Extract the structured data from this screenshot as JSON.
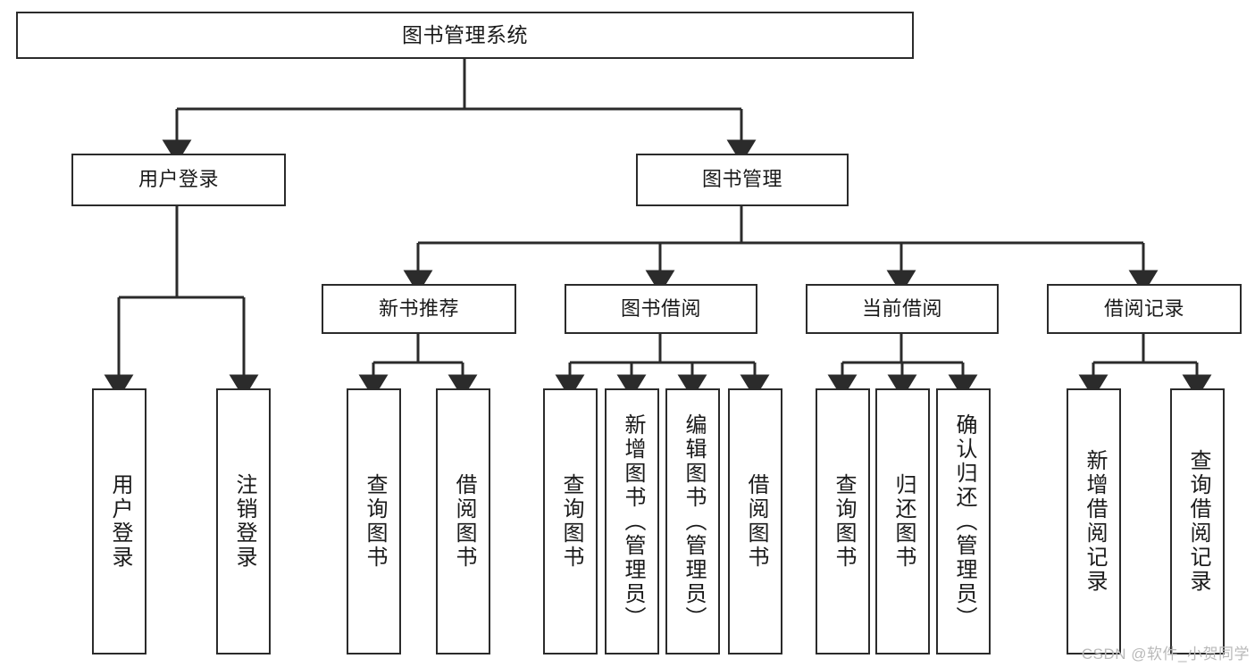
{
  "diagram": {
    "title": "图书管理系统",
    "type": "tree-hierarchy",
    "watermark": "CSDN @软件_小贺同学",
    "colors": {
      "stroke": "#2b2b2b",
      "fill": "#ffffff",
      "text": "#1a1a1a",
      "watermark": "#b9b9b9"
    },
    "levels": {
      "root": {
        "label": "图书管理系统"
      },
      "level2": [
        {
          "id": "user-login",
          "label": "用户登录"
        },
        {
          "id": "book-manage",
          "label": "图书管理"
        }
      ],
      "level3": [
        {
          "id": "new-book-rec",
          "label": "新书推荐"
        },
        {
          "id": "book-borrow",
          "label": "图书借阅"
        },
        {
          "id": "current-borrow",
          "label": "当前借阅"
        },
        {
          "id": "borrow-record",
          "label": "借阅记录"
        }
      ],
      "leaves": {
        "user-login": [
          {
            "id": "leaf-user-login",
            "label": "用户登录"
          },
          {
            "id": "leaf-logout",
            "label": "注销登录"
          }
        ],
        "new-book-rec": [
          {
            "id": "leaf-query-book-1",
            "label": "查询图书"
          },
          {
            "id": "leaf-borrow-book-1",
            "label": "借阅图书"
          }
        ],
        "book-borrow": [
          {
            "id": "leaf-query-book-2",
            "label": "查询图书"
          },
          {
            "id": "leaf-add-book",
            "label": "新增图书（管理员）"
          },
          {
            "id": "leaf-edit-book",
            "label": "编辑图书（管理员）"
          },
          {
            "id": "leaf-borrow-book-2",
            "label": "借阅图书"
          }
        ],
        "current-borrow": [
          {
            "id": "leaf-query-book-3",
            "label": "查询图书"
          },
          {
            "id": "leaf-return-book",
            "label": "归还图书"
          },
          {
            "id": "leaf-confirm-return",
            "label": "确认归还（管理员）"
          }
        ],
        "borrow-record": [
          {
            "id": "leaf-add-record",
            "label": "新增借阅记录"
          },
          {
            "id": "leaf-query-record",
            "label": "查询借阅记录"
          }
        ]
      }
    }
  }
}
